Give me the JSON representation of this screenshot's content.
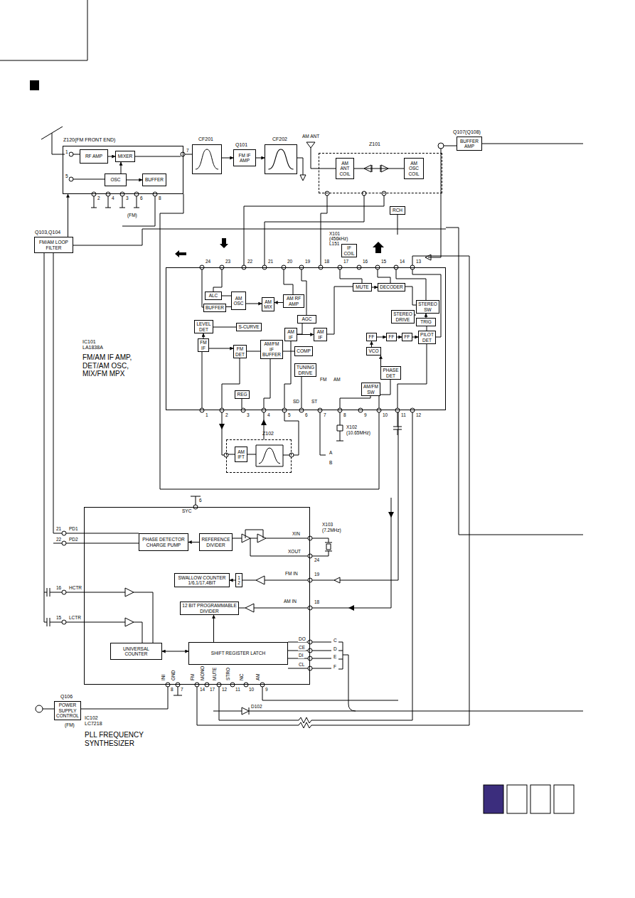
{
  "diagram": {
    "nodes": [
      {
        "text": [
          "Z120(FM FRONT END)"
        ]
      },
      {
        "text": [
          "RF AMP"
        ],
        "in": 0
      },
      {
        "text": [
          "MIXER"
        ],
        "in": 0
      },
      {
        "text": [
          "OSC"
        ],
        "in": 0
      },
      {
        "text": [
          "BUFFER"
        ],
        "in": 0
      },
      {
        "text": [
          "CF201"
        ]
      },
      {
        "text": [
          "Q101",
          "FM IF AMP"
        ]
      },
      {
        "text": [
          "CF202"
        ]
      },
      {
        "text": [
          "Z101"
        ]
      },
      {
        "text": [
          "AM ANT COIL"
        ],
        "in": 8
      },
      {
        "text": [
          "AM OSC COIL"
        ],
        "in": 8
      },
      {
        "text": [
          "Q107(Q108)",
          "BUFFER AMP"
        ]
      },
      {
        "text": [
          "Q103,Q104",
          "FM/AM LOOP FILTER"
        ]
      },
      {
        "text": [
          "RCH"
        ]
      },
      {
        "text": [
          "IF COIL"
        ]
      },
      {
        "text": [
          "IC101 LA1838A",
          "FM/AM IF AMP, DET/AM OSC, MIX/FM MPX"
        ]
      },
      {
        "text": [
          "ALC"
        ],
        "in": 15
      },
      {
        "text": [
          "AM OSC"
        ],
        "in": 15
      },
      {
        "text": [
          "BUFFER"
        ],
        "in": 15
      },
      {
        "text": [
          "AM MIX"
        ],
        "in": 15
      },
      {
        "text": [
          "AM RF AMP"
        ],
        "in": 15
      },
      {
        "text": [
          "AGC"
        ],
        "in": 15
      },
      {
        "text": [
          "LEVEL DET"
        ],
        "in": 15
      },
      {
        "text": [
          "S-CURVE"
        ],
        "in": 15
      },
      {
        "text": [
          "AM IF"
        ],
        "in": 15
      },
      {
        "text": [
          "AM IF"
        ],
        "in": 15
      },
      {
        "text": [
          "FM IF"
        ],
        "in": 15
      },
      {
        "text": [
          "FM DET"
        ],
        "in": 15
      },
      {
        "text": [
          "AM/FM IF BUFFER"
        ],
        "in": 15
      },
      {
        "text": [
          "COMP"
        ],
        "in": 15
      },
      {
        "text": [
          "TUNING DRIVE"
        ],
        "in": 15
      },
      {
        "text": [
          "REG"
        ],
        "in": 15
      },
      {
        "text": [
          "MUTE"
        ],
        "in": 15
      },
      {
        "text": [
          "DECODER"
        ],
        "in": 15
      },
      {
        "text": [
          "STEREO SW"
        ],
        "in": 15
      },
      {
        "text": [
          "STEREO DRIVE"
        ],
        "in": 15
      },
      {
        "text": [
          "TRIG"
        ],
        "in": 15
      },
      {
        "text": [
          "FF"
        ],
        "in": 15
      },
      {
        "text": [
          "FF"
        ],
        "in": 15
      },
      {
        "text": [
          "FF"
        ],
        "in": 15
      },
      {
        "text": [
          "PILOT DET"
        ],
        "in": 15
      },
      {
        "text": [
          "VCO"
        ],
        "in": 15
      },
      {
        "text": [
          "PHASE DET"
        ],
        "in": 15
      },
      {
        "text": [
          "AM/FM SW"
        ],
        "in": 15
      },
      {
        "text": [
          "Z102"
        ]
      },
      {
        "text": [
          "AM IFT"
        ],
        "in": 44
      },
      {
        "text": [
          "IC102 LC7218",
          "PLL FREQUENCY SYNTHESIZER"
        ]
      },
      {
        "text": [
          "PHASE DETECTOR CHARGE PUMP"
        ],
        "in": 46
      },
      {
        "text": [
          "REFERENCE DIVIDER"
        ],
        "in": 46
      },
      {
        "text": [
          "SWALLOW COUNTER 1/6,1/17,4BIT"
        ],
        "in": 46
      },
      {
        "text": [
          "1",
          "2"
        ],
        "in": 46
      },
      {
        "text": [
          "12 BIT PROGRAMMABLE DIVIDER"
        ],
        "in": 46
      },
      {
        "text": [
          "UNIVERSAL COUNTER"
        ],
        "in": 46
      },
      {
        "text": [
          "SHIFT REGISTER LATCH"
        ],
        "in": 46
      },
      {
        "text": [
          "Q106",
          "POWER SUPPLY CONTROL"
        ]
      }
    ],
    "edges": [
      {
        "from": 1,
        "to": 2,
        "arrow": "to"
      },
      {
        "from": 3,
        "to": 2,
        "arrow": "to"
      },
      {
        "from": 3,
        "to": 4,
        "arrow": "to"
      },
      {
        "from": 5,
        "to": 6,
        "arrow": "to"
      },
      {
        "from": 6,
        "to": 7,
        "arrow": "to"
      },
      {
        "from": 9,
        "to": 10,
        "arrow": "none"
      },
      {
        "from": 16,
        "to": 17,
        "arrow": "none"
      },
      {
        "from": 18,
        "to": 17,
        "arrow": "none"
      },
      {
        "from": 17,
        "to": 19,
        "arrow": "to"
      },
      {
        "from": 20,
        "to": 19,
        "arrow": "to"
      },
      {
        "from": 24,
        "to": 25,
        "arrow": "to"
      },
      {
        "from": 26,
        "to": 22,
        "arrow": "to"
      },
      {
        "from": 26,
        "to": 27,
        "arrow": "to"
      },
      {
        "from": 32,
        "to": 33,
        "arrow": "to"
      },
      {
        "from": 37,
        "to": 38,
        "arrow": "to"
      },
      {
        "from": 38,
        "to": 39,
        "arrow": "to"
      },
      {
        "from": 39,
        "to": 40,
        "arrow": "to"
      },
      {
        "from": 41,
        "to": 37,
        "arrow": "to"
      },
      {
        "from": 42,
        "to": 41,
        "arrow": "to"
      },
      {
        "from": 36,
        "to": 34,
        "arrow": "to"
      },
      {
        "from": 48,
        "to": 47,
        "arrow": "to"
      },
      {
        "from": 50,
        "to": 49,
        "arrow": "to"
      },
      {
        "from": 53,
        "to": 52,
        "arrow": "both"
      },
      {
        "from": 53,
        "to": 51,
        "arrow": "to"
      },
      {
        "from": 12,
        "to": 0,
        "arrow": "to"
      }
    ],
    "labels": [
      "1",
      "5",
      "7",
      "2",
      "4",
      "3",
      "6",
      "8",
      "(FM)",
      "AM ANT",
      "24",
      "23",
      "22",
      "21",
      "20",
      "19",
      "18",
      "17",
      "16",
      "15",
      "14",
      "13",
      "1",
      "2",
      "3",
      "4",
      "5",
      "6",
      "7",
      "8",
      "9",
      "10",
      "11",
      "12",
      "SD",
      "ST",
      "X101",
      "(456kHz)",
      "L151",
      "X102",
      "(10.65MHz)",
      "FM",
      "AM",
      "A",
      "B",
      "6",
      "SYC",
      "21",
      "PD1",
      "22",
      "PD2",
      "16",
      "HCTR",
      "15",
      "LCTR",
      "XIN",
      "XOUT",
      "24",
      "X103",
      "(7.2MHz)",
      "FM IN",
      "19",
      "AM IN",
      "18",
      "DO",
      "CE",
      "DI",
      "CL",
      "C",
      "D",
      "E",
      "F",
      "INI",
      "8",
      "GND",
      "7",
      "FM",
      "14",
      "MONO",
      "17",
      "MUTE",
      "12",
      "STRO",
      "11",
      "NC",
      "10",
      "AM",
      "9",
      "D102",
      "(FM)"
    ]
  }
}
